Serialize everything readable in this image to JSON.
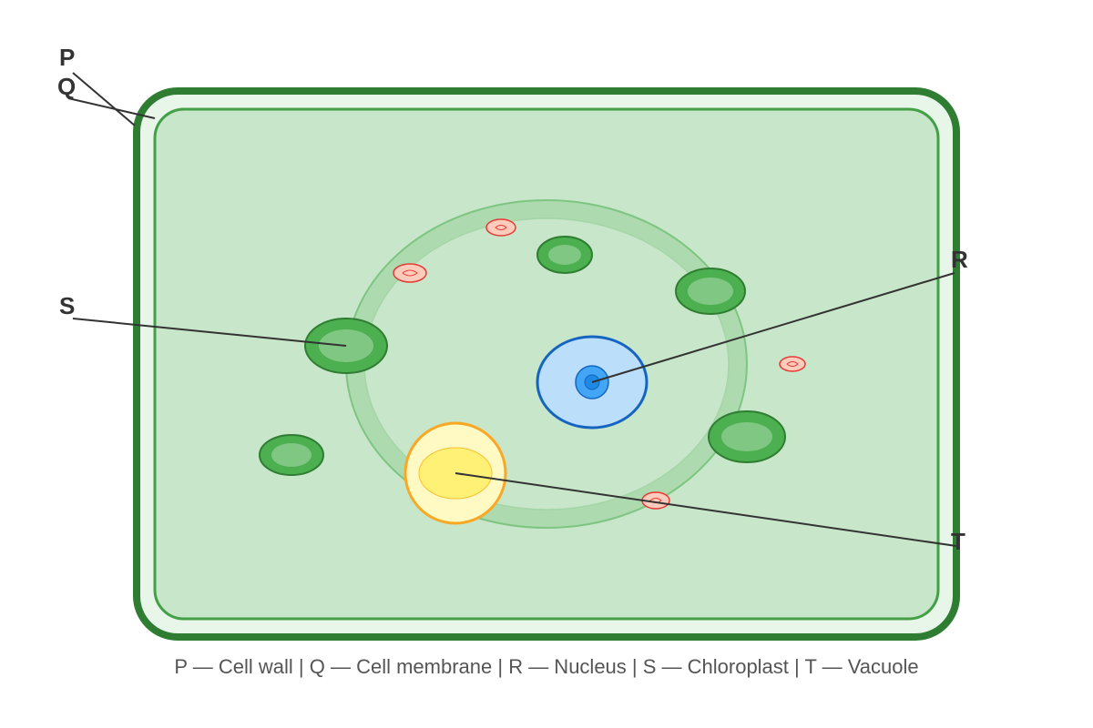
{
  "labels": {
    "p": "P",
    "q": "Q",
    "r": "R",
    "s": "S",
    "t": "T"
  },
  "legend": "P — Cell wall | Q — Cell membrane | R — Nucleus | S — Chloroplast | T — Vacuole",
  "colors": {
    "cell_wall_stroke": "#2e7d32",
    "cell_wall_fill": "#e8f5e9",
    "membrane_stroke": "#43a047",
    "cytoplasm_fill": "#c8e6c9",
    "chloroplast_outer": "#4caf50",
    "chloroplast_inner": "#81c784",
    "nucleus_fill": "#bbdefb",
    "nucleus_stroke": "#1565c0",
    "nucleolus_fill": "#42a5f5",
    "vacuole_fill": "#fff176",
    "vacuole_stroke": "#f9a825",
    "mitochondria_fill": "#ffccbc",
    "mitochondria_stroke": "#e53935",
    "leader_line": "#333333"
  }
}
